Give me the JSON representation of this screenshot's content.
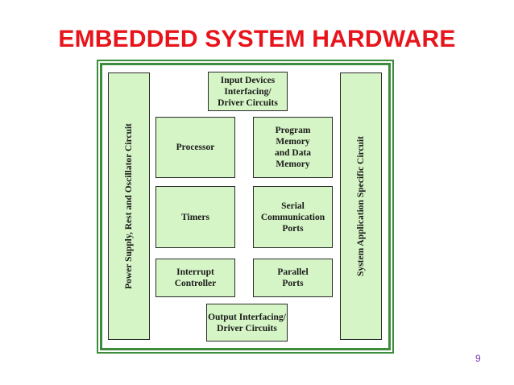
{
  "slide": {
    "title": "EMBEDDED SYSTEM HARDWARE",
    "page_number": "9"
  },
  "diagram": {
    "left_bar": "Power Supply, Rest and Oscillator Circuit",
    "right_bar": "System Application Specific Circuit",
    "blocks": {
      "input_devices": "Input Devices\nInterfacing/\nDriver Circuits",
      "processor": "Processor",
      "program_memory": "Program\nMemory\nand Data\nMemory",
      "timers": "Timers",
      "serial_comm": "Serial\nCommunication\nPorts",
      "interrupt_controller": "Interrupt\nController",
      "parallel_ports": "Parallel\nPorts",
      "output_interfacing": "Output Interfacing/\nDriver Circuits"
    },
    "colors": {
      "title": "#e8141b",
      "block_fill": "#d5f5c6",
      "frame_border": "#3c8c3c",
      "page_number": "#7a3fb0"
    }
  }
}
